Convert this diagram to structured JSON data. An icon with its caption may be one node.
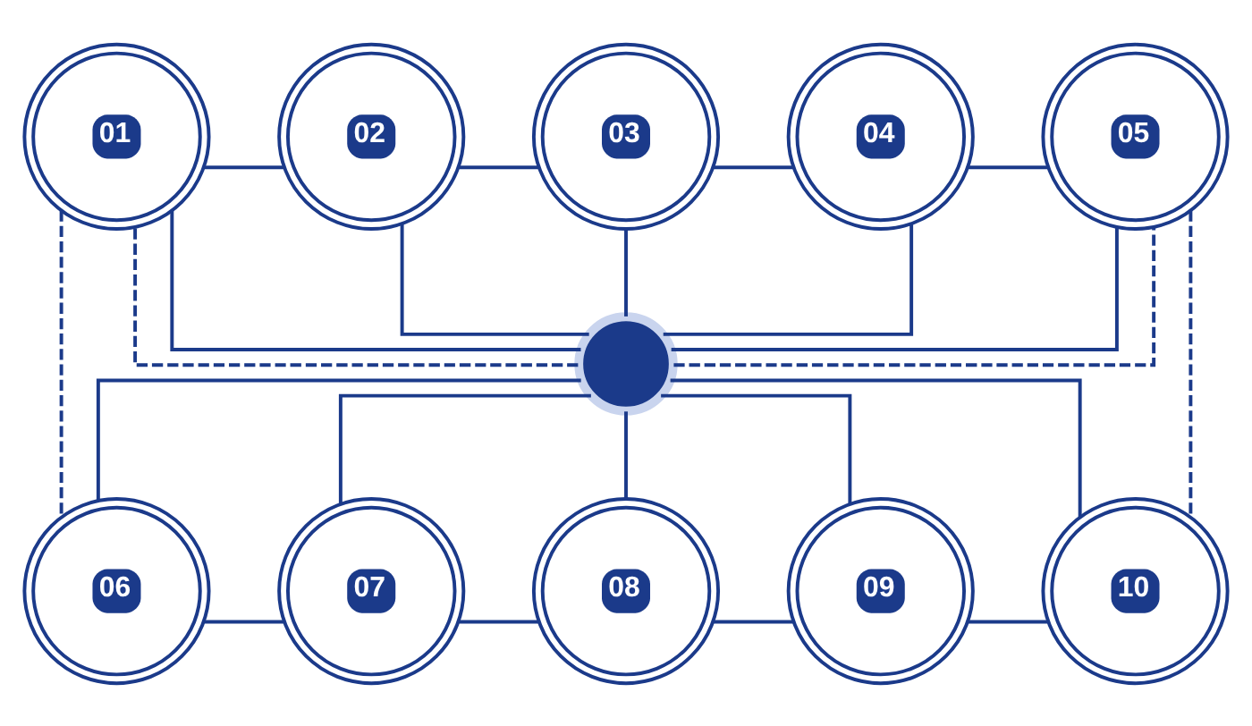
{
  "diagram": {
    "nodes": [
      {
        "text": [
          "01"
        ]
      },
      {
        "text": [
          "02"
        ]
      },
      {
        "text": [
          "03"
        ]
      },
      {
        "text": [
          "04"
        ]
      },
      {
        "text": [
          "05"
        ]
      },
      {
        "text": [],
        "shape": "circle"
      },
      {
        "text": [
          "06"
        ]
      },
      {
        "text": [
          "07"
        ]
      },
      {
        "text": [
          "08"
        ]
      },
      {
        "text": [
          "09"
        ]
      },
      {
        "text": [
          "10"
        ]
      }
    ],
    "edges": [
      {
        "from": 0,
        "to": 1,
        "arrow": "none"
      },
      {
        "from": 1,
        "to": 2,
        "arrow": "none"
      },
      {
        "from": 2,
        "to": 3,
        "arrow": "none"
      },
      {
        "from": 3,
        "to": 4,
        "arrow": "none"
      },
      {
        "from": 0,
        "to": 5,
        "arrow": "none"
      },
      {
        "from": 1,
        "to": 5,
        "arrow": "none"
      },
      {
        "from": 2,
        "to": 5,
        "arrow": "none"
      },
      {
        "from": 3,
        "to": 5,
        "arrow": "none"
      },
      {
        "from": 4,
        "to": 5,
        "arrow": "none"
      },
      {
        "from": 5,
        "to": 6,
        "arrow": "none"
      },
      {
        "from": 5,
        "to": 7,
        "arrow": "none"
      },
      {
        "from": 5,
        "to": 8,
        "arrow": "none"
      },
      {
        "from": 5,
        "to": 9,
        "arrow": "none"
      },
      {
        "from": 5,
        "to": 10,
        "arrow": "none"
      },
      {
        "from": 6,
        "to": 7,
        "arrow": "none"
      },
      {
        "from": 7,
        "to": 8,
        "arrow": "none"
      },
      {
        "from": 8,
        "to": 9,
        "arrow": "none"
      },
      {
        "from": 9,
        "to": 10,
        "arrow": "none"
      },
      {
        "from": 0,
        "to": 6,
        "arrow": "none",
        "style": "dashed"
      },
      {
        "from": 4,
        "to": 10,
        "arrow": "none",
        "style": "dashed"
      },
      {
        "from": 5,
        "to": 0,
        "arrow": "none",
        "style": "dashed"
      },
      {
        "from": 5,
        "to": 4,
        "arrow": "none",
        "style": "dashed"
      }
    ]
  }
}
